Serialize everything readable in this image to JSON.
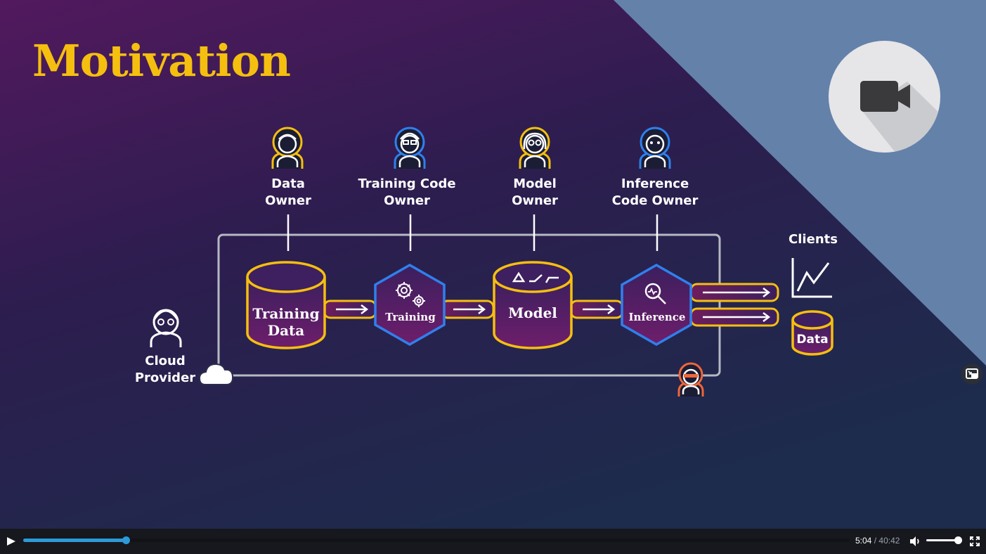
{
  "slide": {
    "title": "Motivation",
    "roles": [
      {
        "label": "Data\nOwner"
      },
      {
        "label": "Training Code\nOwner"
      },
      {
        "label": "Model\nOwner"
      },
      {
        "label": "Inference\nCode Owner"
      }
    ],
    "cloud_provider": "Cloud\nProvider",
    "clients": "Clients",
    "nodes": {
      "training_data": "Training\nData",
      "training": "Training",
      "model": "Model",
      "inference": "Inference",
      "data": "Data"
    },
    "colors": {
      "accent_yellow": "#f5bf0f",
      "accent_blue": "#2f80ed",
      "attacker_orange": "#f0663a",
      "bg_purple": "#4a1d5c",
      "bg_navy": "#1e2547",
      "corner_blue": "#6481aa"
    },
    "icons": [
      "video-camera-icon",
      "cloud-icon",
      "gears-icon",
      "magnifier-icon",
      "line-chart-icon",
      "picture-in-picture-icon"
    ]
  },
  "player": {
    "current_time": "5:04",
    "separator": "/",
    "duration": "40:42",
    "progress_fraction": 0.1245,
    "volume_fraction": 0.9,
    "accent_color": "#2d9ad9"
  }
}
